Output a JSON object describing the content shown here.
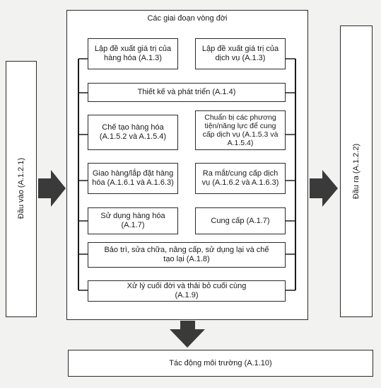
{
  "input": {
    "label": "Đầu vào (A.1.2.1)"
  },
  "output": {
    "label": "Đầu ra (A.1.2.2)"
  },
  "lifecycle": {
    "title": "Các giai đoạn vòng đời",
    "goods_proposal": "Lập đề xuất giá trị của hàng hóa (A.1.3)",
    "service_proposal": "Lập đề xuất giá trị của dịch vụ (A.1.3)",
    "design": "Thiết kế và phát triển (A.1.4)",
    "manufacture": "Chế tạo hàng hóa (A.1.5.2 và A.1.5.4)",
    "service_prep": "Chuẩn bị các phương tiện/năng lực để cung cấp dịch vụ (A.1.5.3 và A.1.5.4)",
    "delivery": "Giao hàng/lắp đặt hàng hóa (A.1.6.1 và A.1.6.3)",
    "launch": "Ra mắt/cung cấp dịch vụ (A.1.6.2 và A.1.6.3)",
    "use": "Sử dụng hàng hóa (A.1.7)",
    "provide": "Cung cấp (A.1.7)",
    "maintenance": "Bảo trì, sửa chữa, nâng cấp, sử dụng lại và chế tạo lại (A.1.8)",
    "end_of_life": "Xử lý cuối đời và thải bỏ cuối cùng (A.1.9)"
  },
  "impact": {
    "label": "Tác động môi trường (A.1.10)"
  }
}
